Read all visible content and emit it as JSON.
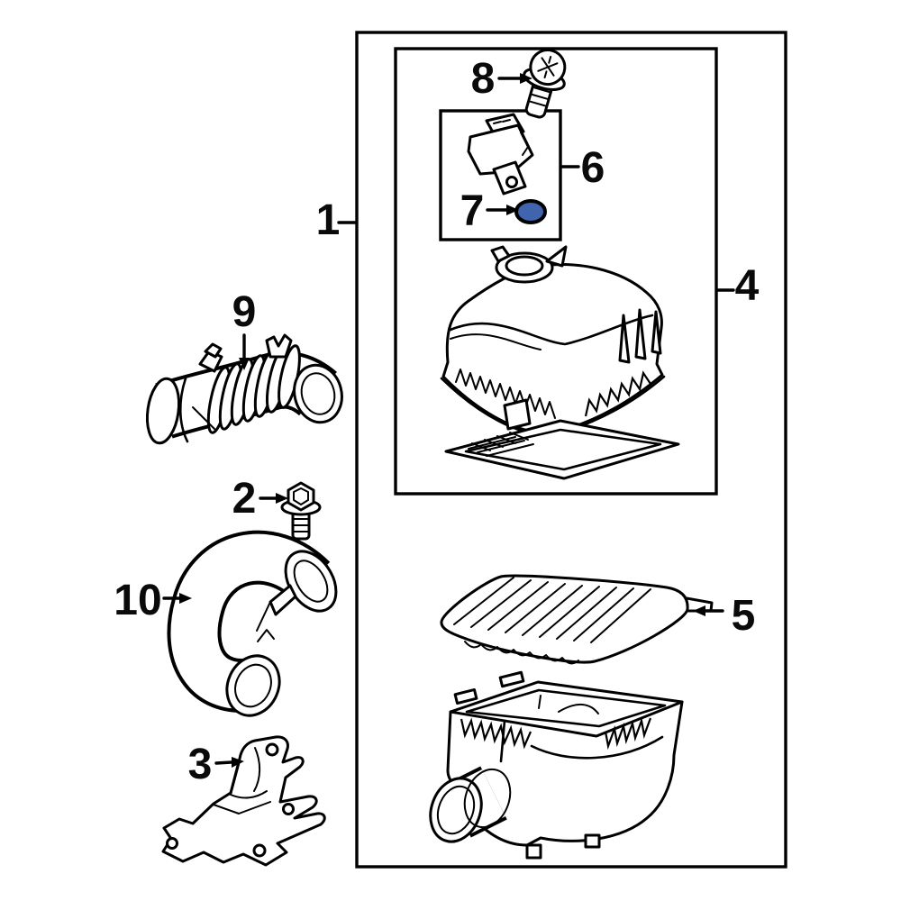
{
  "diagram": {
    "background_color": "#ffffff",
    "line_color": "#000000",
    "highlight_color": "#4064ad",
    "callouts": [
      {
        "label": "1"
      },
      {
        "label": "2"
      },
      {
        "label": "3"
      },
      {
        "label": "4"
      },
      {
        "label": "5"
      },
      {
        "label": "6"
      },
      {
        "label": "7"
      },
      {
        "label": "8"
      },
      {
        "label": "9"
      },
      {
        "label": "10"
      }
    ]
  }
}
